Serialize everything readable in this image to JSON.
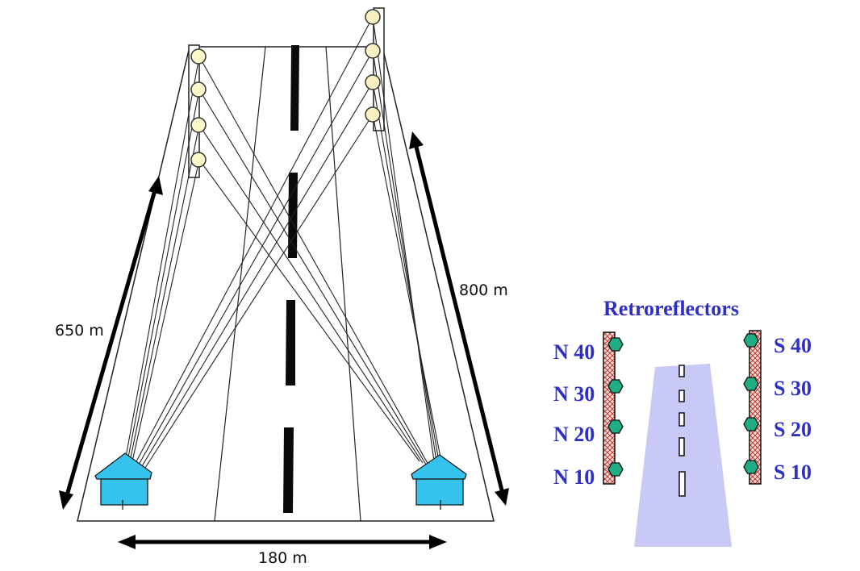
{
  "dimensions": {
    "left_span": "650 m",
    "right_span": "800 m",
    "width": "180 m"
  },
  "retroreflectors": {
    "title": "Retroreflectors",
    "north": [
      "N 40",
      "N 30",
      "N 20",
      "N 10"
    ],
    "south": [
      "S 40",
      "S 30",
      "S 20",
      "S 10"
    ]
  },
  "colors": {
    "building": "#35c3ee",
    "reflector_left": "#fdf8c8",
    "reflector_right": "#f6f0c2",
    "reflector_green": "#1fae84",
    "mast_pink": "#f3c7c7",
    "mast_red": "#c0392b",
    "runway_lavender": "#c9c9f5",
    "label_blue": "#2e2ec8"
  }
}
